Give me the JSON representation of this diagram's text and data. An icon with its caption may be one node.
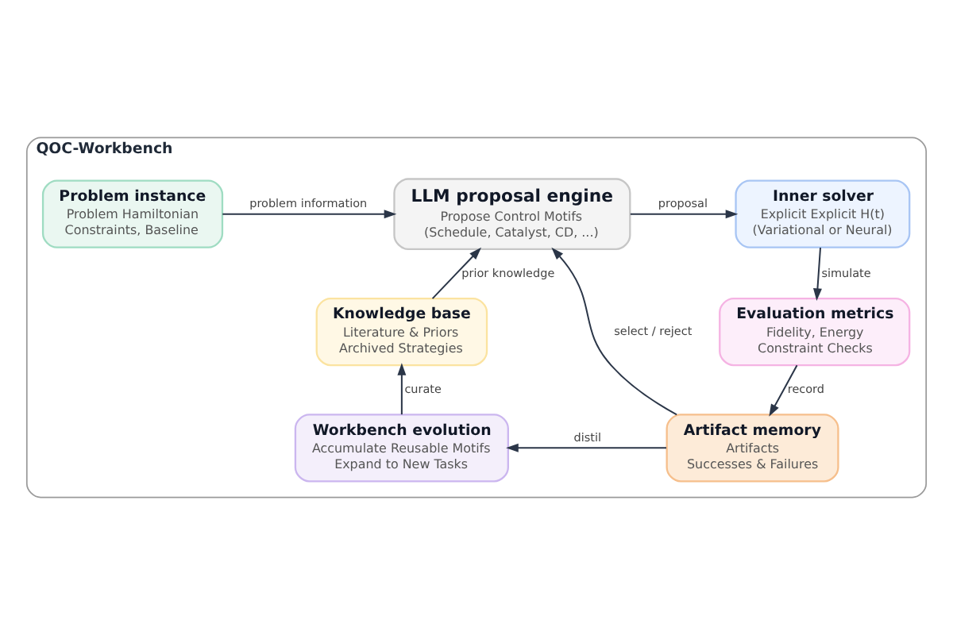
{
  "diagram": {
    "nodes": [
      {
        "text": [
          "QOC-Workbench"
        ]
      },
      {
        "text": [
          "Problem instance",
          "Problem Hamiltonian",
          "Constraints, Baseline"
        ],
        "in": 0
      },
      {
        "text": [
          "LLM proposal engine",
          "Propose Control Motifs",
          "(Schedule, Catalyst, CD, ...)"
        ],
        "in": 0
      },
      {
        "text": [
          "Inner solver",
          "Explicit Explicit H(t)",
          "(Variational or Neural)"
        ],
        "in": 0
      },
      {
        "text": [
          "Knowledge base",
          "Literature & Priors",
          "Archived Strategies"
        ],
        "in": 0
      },
      {
        "text": [
          "Evaluation metrics",
          "Fidelity, Energy",
          "Constraint Checks"
        ],
        "in": 0
      },
      {
        "text": [
          "Workbench evolution",
          "Accumulate Reusable Motifs",
          "Expand to New Tasks"
        ],
        "in": 0
      },
      {
        "text": [
          "Artifact memory",
          "Artifacts",
          "Successes & Failures"
        ],
        "in": 0
      }
    ],
    "edges": [
      {
        "from": 1,
        "to": 2,
        "arrow": "to",
        "label": "problem information"
      },
      {
        "from": 4,
        "to": 2,
        "arrow": "to",
        "label": "prior knowledge"
      },
      {
        "from": 2,
        "to": 3,
        "arrow": "to",
        "label": "proposal"
      },
      {
        "from": 3,
        "to": 5,
        "arrow": "to",
        "label": "simulate"
      },
      {
        "from": 5,
        "to": 7,
        "arrow": "to",
        "label": "record"
      },
      {
        "from": 7,
        "to": 2,
        "arrow": "to",
        "label": "select / reject"
      },
      {
        "from": 7,
        "to": 6,
        "arrow": "to",
        "label": "distil"
      },
      {
        "from": 6,
        "to": 4,
        "arrow": "to",
        "label": "curate"
      }
    ]
  }
}
